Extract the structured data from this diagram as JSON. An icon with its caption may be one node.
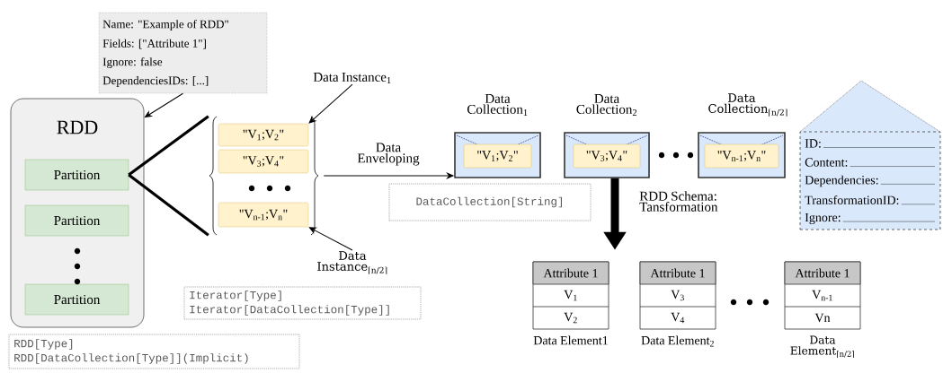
{
  "diagram": {
    "nodes": [
      {
        "text": [
          "Name: \"Example of RDD\"",
          "Fields: [\"Attribute 1\"]",
          "Ignore: false",
          "DependenciesIDs: [...]"
        ]
      },
      {
        "text": [
          "RDD"
        ]
      },
      {
        "text": [
          "Partition"
        ],
        "in": 1
      },
      {
        "text": [
          "Partition"
        ],
        "in": 1
      },
      {
        "text": [
          "Partition"
        ],
        "in": 1
      },
      {
        "text": [],
        "shape": "bracket"
      },
      {
        "text": [
          "\"V$_{1}$;V$_{2}$\""
        ],
        "in": 5
      },
      {
        "text": [
          "\"V$_{3}$;V$_{4}$\""
        ],
        "in": 5
      },
      {
        "text": [
          "\"V$_{n-1}$;V$_{n}$\""
        ],
        "in": 5
      },
      {
        "text": [
          "Data Instance$_{1}$"
        ]
      },
      {
        "text": [
          "Data Instance$_{⌈n/2⌉}$"
        ]
      },
      {
        "text": [
          "Data Collection$_{1}$"
        ]
      },
      {
        "text": [
          "\"V$_{1}$;V$_{2}$\""
        ],
        "in": 11
      },
      {
        "text": [
          "Data Collection$_{2}$"
        ]
      },
      {
        "text": [
          "\"V$_{3}$;V$_{4}$\""
        ],
        "in": 13
      },
      {
        "text": [
          "Data Collection$_{⌈n/2⌉}$"
        ]
      },
      {
        "text": [
          "\"V$_{n-1}$;V$_{n}$\""
        ],
        "in": 15
      },
      {
        "text": [
          "ID:",
          "Content:",
          "Dependencies:",
          "TransformationID:",
          "Ignore:"
        ]
      },
      {
        "text": [
          "Attribute 1",
          "V$_{1}$",
          "V$_{2}$",
          "Data Element1"
        ]
      },
      {
        "text": [
          "Attribute 1",
          "V$_{3}$",
          "V$_{4}$",
          "Data Element$_{2}$"
        ]
      },
      {
        "text": [
          "Attribute 1",
          "V$_{n-1}$",
          "Vn",
          "Data Element$_{⌈n/2⌉}$"
        ]
      },
      {
        "text": [
          "Iterator[Type]",
          "Iterator[DataCollection[Type]]"
        ]
      },
      {
        "text": [
          "DataCollection[String]"
        ]
      },
      {
        "text": [
          "RDD[Type]",
          "RDD[DataCollection[Type]](Implicit)"
        ]
      }
    ],
    "edges": [
      {
        "from": 0,
        "to": 1,
        "arrow": "to"
      },
      {
        "from": 2,
        "to": 5,
        "arrow": "none",
        "style": "thick"
      },
      {
        "from": 2,
        "to": 5,
        "arrow": "none",
        "style": "thick"
      },
      {
        "from": 9,
        "to": 6,
        "arrow": "to"
      },
      {
        "from": 10,
        "to": 8,
        "arrow": "to"
      },
      {
        "from": 5,
        "to": 11,
        "arrow": "to",
        "label": "Data Enveloping"
      },
      {
        "from": 13,
        "to": null,
        "arrow": "to",
        "style": "thick",
        "label": "RDD Schema: Tansformation"
      }
    ]
  }
}
